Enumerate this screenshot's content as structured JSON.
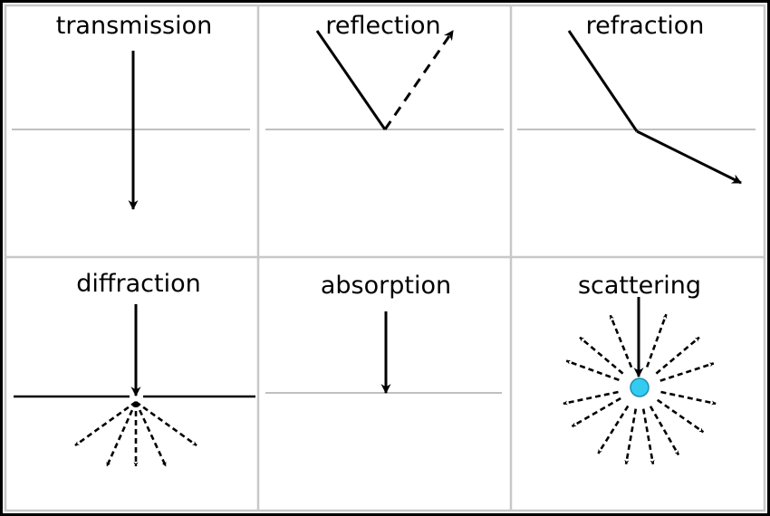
{
  "panels": [
    {
      "key": "transmission",
      "label": "transmission"
    },
    {
      "key": "reflection",
      "label": "reflection"
    },
    {
      "key": "refraction",
      "label": "refraction"
    },
    {
      "key": "diffraction",
      "label": "diffraction"
    },
    {
      "key": "absorption",
      "label": "absorption"
    },
    {
      "key": "scattering",
      "label": "scattering"
    }
  ],
  "colors": {
    "frame": "#000000",
    "grid": "#c8c8c8",
    "surface_line": "#c0c0c0",
    "arrow": "#000000",
    "particle_fill": "#33ccf0",
    "particle_stroke": "#1a8fb0"
  }
}
